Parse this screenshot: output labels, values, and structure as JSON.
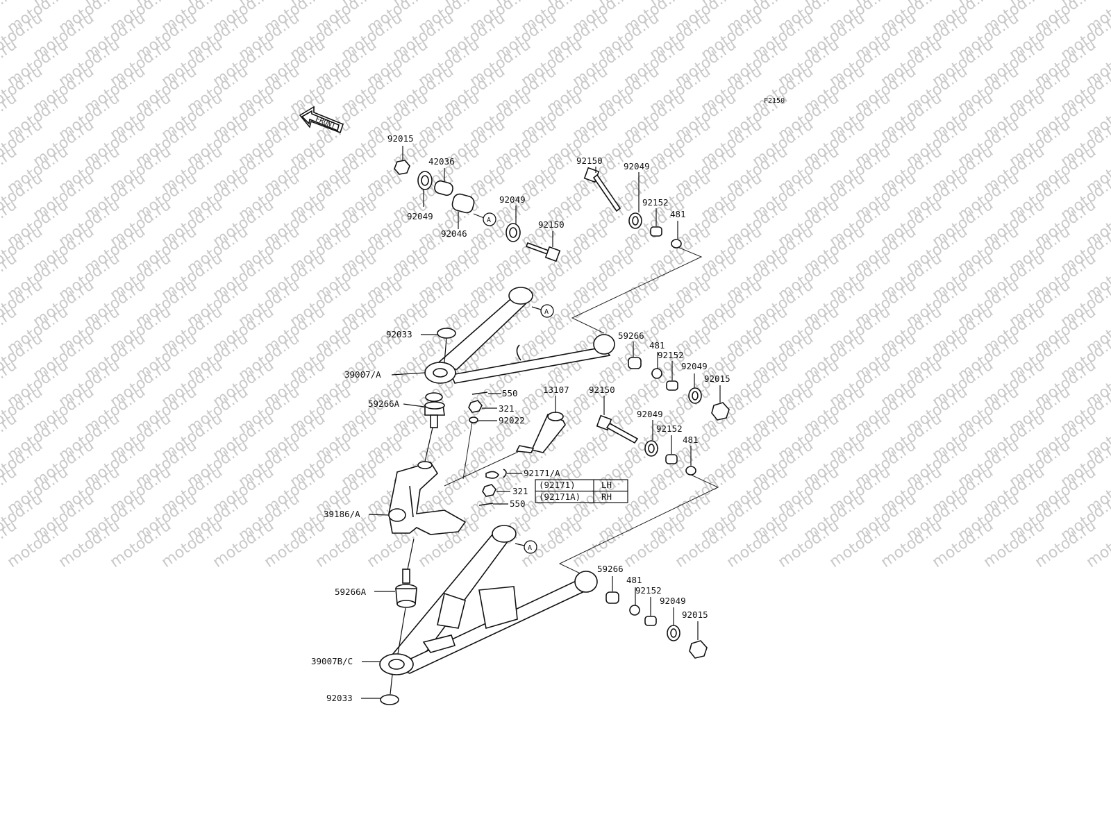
{
  "figure_code": "F2150",
  "front_label": "FRONT",
  "watermark": "motod.ru",
  "ref_marker": "A",
  "labels": {
    "p92015_top": "92015",
    "p42036": "42036",
    "p92049_topleft": "92049",
    "p92046": "92046",
    "p92049_topmid": "92049",
    "p92150_topmid": "92150",
    "p92150_topright": "92150",
    "p92049_topright": "92049",
    "p92152_topright": "92152",
    "p481_topright": "481",
    "p92033_upper": "92033",
    "p39007A": "39007/A",
    "p59266_upper": "59266",
    "p481_mid": "481",
    "p92152_mid": "92152",
    "p92049_mid": "92049",
    "p92015_mid": "92015",
    "p59266A_upper": "59266A",
    "p550_upper": "550",
    "p321_upper": "321",
    "p92022": "92022",
    "p13107": "13107",
    "p92150_mid": "92150",
    "p92049_mid2": "92049",
    "p92152_mid2": "92152",
    "p481_mid2": "481",
    "p92171A": "92171/A",
    "p321_lower": "321",
    "p550_lower": "550",
    "p39186A": "39186/A",
    "p59266_lower": "59266",
    "p481_lower": "481",
    "p92152_lower": "92152",
    "p92049_lower": "92049",
    "p92015_lower": "92015",
    "p59266A_lower": "59266A",
    "p39007BC": "39007B/C",
    "p92033_lower": "92033"
  },
  "side_table": [
    {
      "part": "(92171)",
      "side": "LH"
    },
    {
      "part": "(92171A)",
      "side": "RH"
    }
  ]
}
